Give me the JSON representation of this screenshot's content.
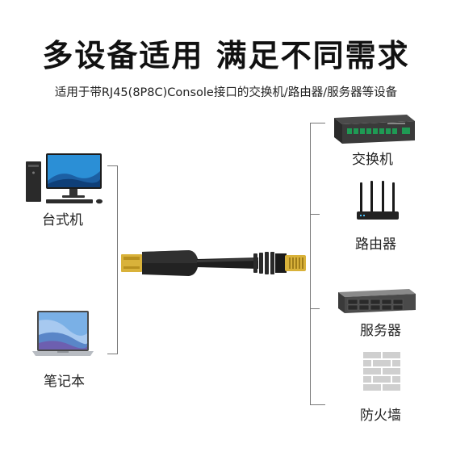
{
  "title": "多设备适用 满足不同需求",
  "subtitle": "适用于带RJ45(8P8C)Console接口的交换机/路由器/服务器等设备",
  "left_devices": [
    {
      "label": "台式机",
      "icon": "desktop-computer-icon"
    },
    {
      "label": "笔记本",
      "icon": "laptop-icon"
    }
  ],
  "right_devices": [
    {
      "label": "交换机",
      "icon": "network-switch-icon"
    },
    {
      "label": "路由器",
      "icon": "wifi-router-icon"
    },
    {
      "label": "服务器",
      "icon": "rack-server-icon"
    },
    {
      "label": "防火墙",
      "icon": "firewall-icon"
    }
  ],
  "cable": {
    "description_icon": "usb-to-rj45-cable-icon"
  },
  "colors": {
    "usb_gold": "#d9b23a",
    "cable_black": "#1e1e1e",
    "screen_blue": "#2b8fd6"
  }
}
